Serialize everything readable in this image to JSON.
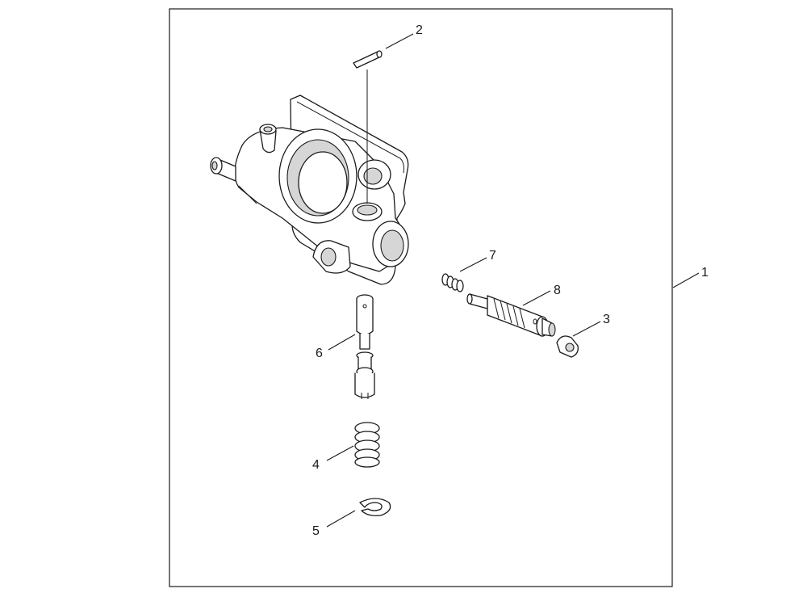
{
  "callouts": [
    {
      "id": "1",
      "label": "1"
    },
    {
      "id": "2",
      "label": "2"
    },
    {
      "id": "3",
      "label": "3"
    },
    {
      "id": "4",
      "label": "4"
    },
    {
      "id": "5",
      "label": "5"
    },
    {
      "id": "6",
      "label": "6"
    },
    {
      "id": "7",
      "label": "7"
    },
    {
      "id": "8",
      "label": "8"
    }
  ],
  "colors": {
    "line": "#1a1a1a",
    "fill": "#ffffff",
    "shade": "#d6d6d6"
  }
}
